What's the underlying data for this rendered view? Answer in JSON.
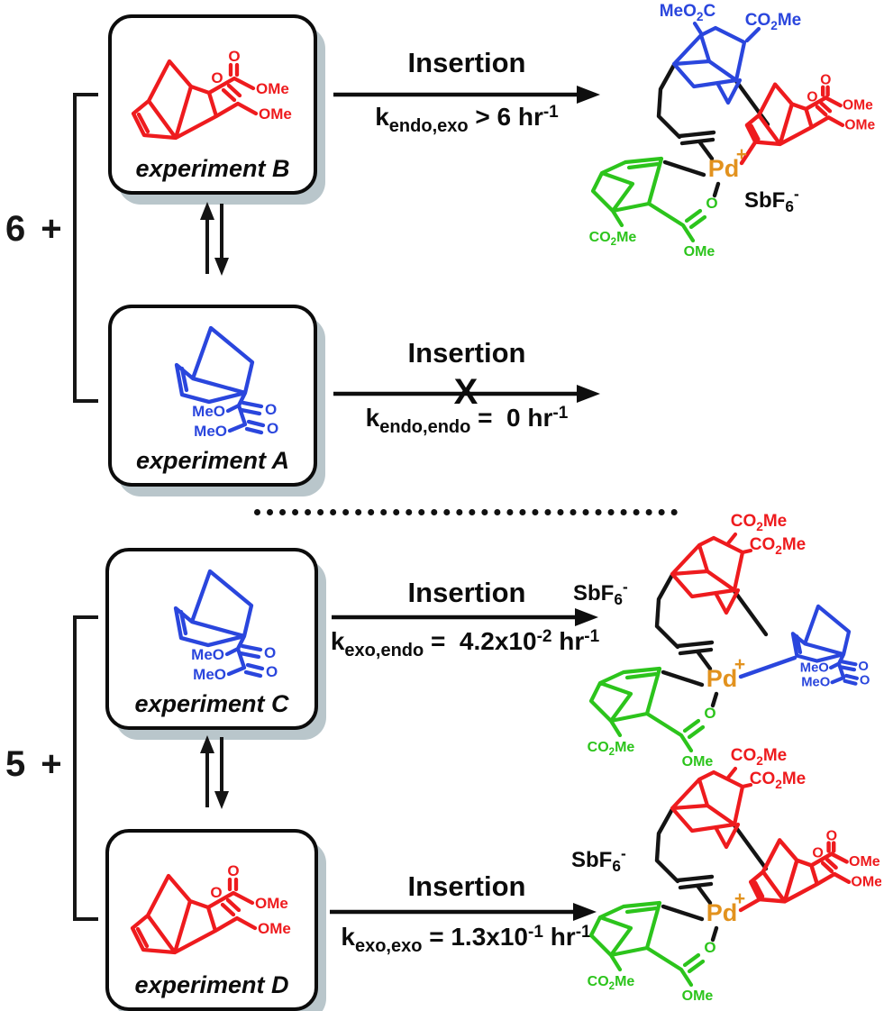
{
  "colors": {
    "red": "#ee1b1e",
    "blue": "#2a46dd",
    "green": "#2cc41c",
    "orange": "#e2921e",
    "black": "#161616",
    "shadow": "#b9c6cb"
  },
  "scheme": {
    "top": {
      "coefficient": "6",
      "plus": "+"
    },
    "bottom": {
      "coefficient": "5",
      "plus": "+"
    }
  },
  "boxes": {
    "b": "experiment B",
    "a": "experiment A",
    "c": "experiment C",
    "d": "experiment D"
  },
  "arrows": {
    "insertion": "Insertion",
    "blocked_x": "X",
    "rate_b": {
      "k": "k",
      "sub": "endo,exo",
      "mid": " > 6 hr",
      "exp": "",
      "unit": "",
      "midsup": "-1"
    },
    "rate_a": {
      "k": "k",
      "sub": "endo,endo",
      "mid": " =  0 hr",
      "exp": "",
      "unit": "",
      "midsup": "-1"
    },
    "rate_c": {
      "k": "k",
      "sub": "exo,endo",
      "mid": " =  4.2x10",
      "exp": "-2",
      "unit": " hr",
      "midsup": "-1"
    },
    "rate_d": {
      "k": "k",
      "sub": "exo,exo",
      "mid": " = 1.3x10",
      "exp": "-1",
      "unit": " hr",
      "midsup": "-1"
    }
  },
  "atoms": {
    "o": "O",
    "ome": "OMe",
    "meo": "MeO",
    "co2me": {
      "a": "CO",
      "sub": "2",
      "b": "Me"
    },
    "meo2c": {
      "a": "MeO",
      "sub": "2",
      "b": "C"
    },
    "pd": "Pd",
    "charge": "+",
    "sbf6": {
      "a": "SbF",
      "sub": "6",
      "sup": "-"
    }
  }
}
